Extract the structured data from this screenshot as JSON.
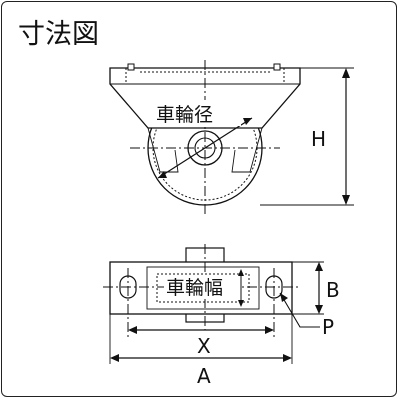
{
  "title": "寸法図",
  "labels": {
    "wheel_diameter": "車輪径",
    "wheel_width": "車輪幅",
    "height": "H",
    "dim_a": "A",
    "dim_b": "B",
    "dim_x": "X",
    "dim_p": "P"
  }
}
